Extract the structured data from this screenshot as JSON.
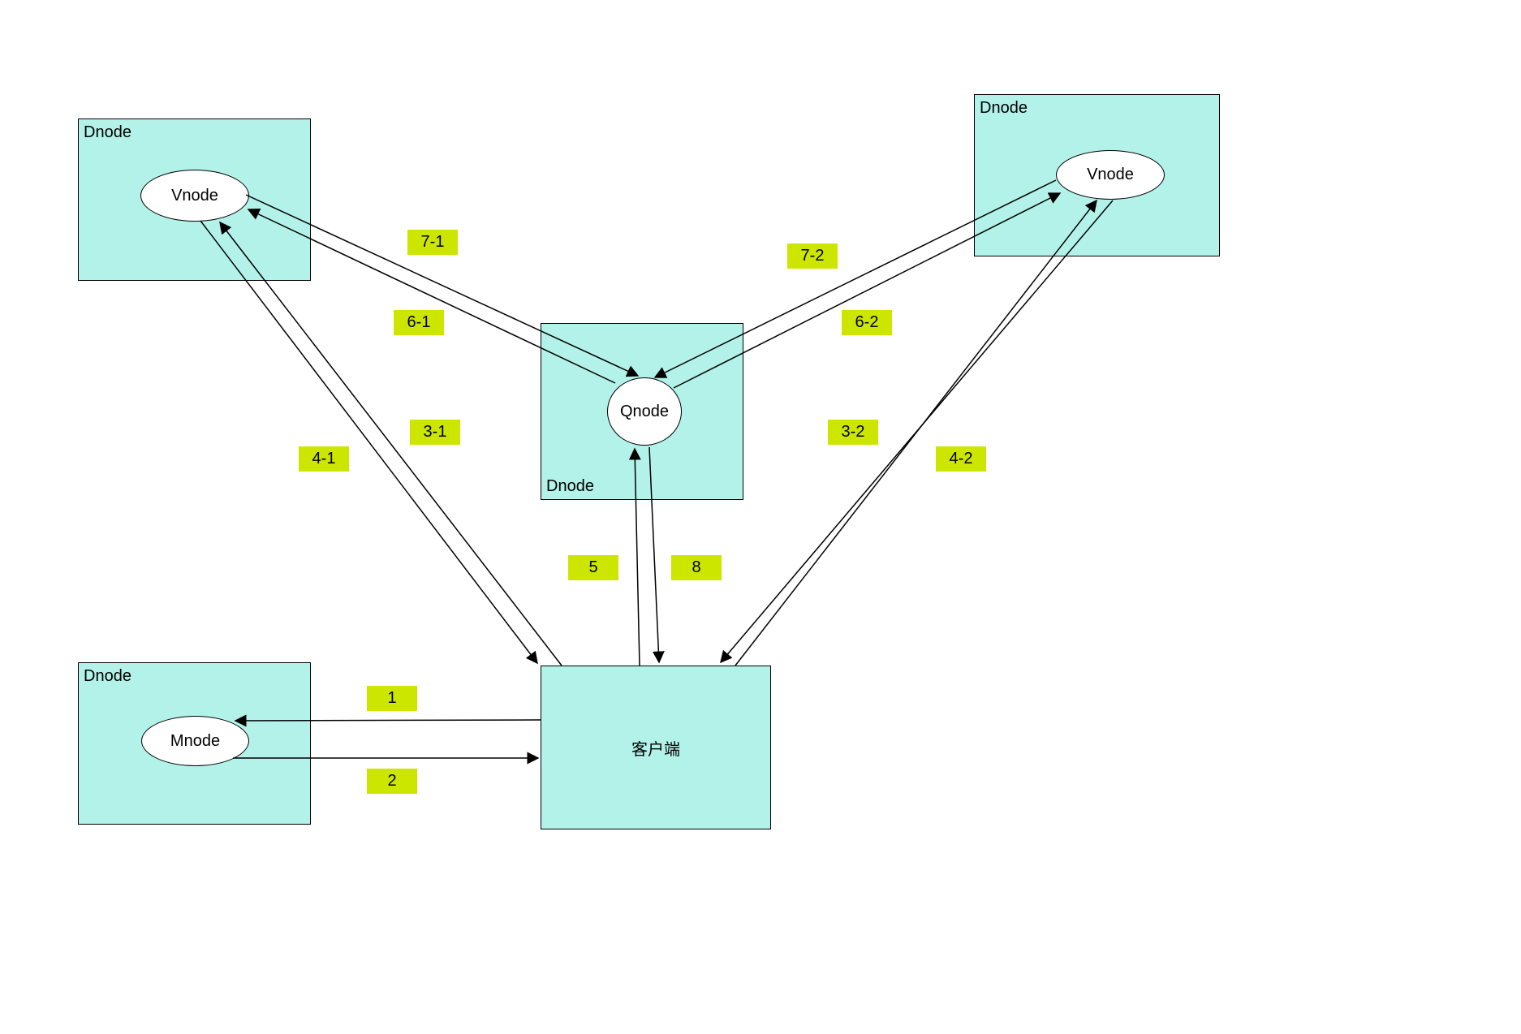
{
  "diagram": {
    "nodes": {
      "dnode_tl": {
        "label": "Dnode",
        "inner": "Vnode"
      },
      "dnode_tr": {
        "label": "Dnode",
        "inner": "Vnode"
      },
      "dnode_mid": {
        "label": "Dnode",
        "inner": "Qnode"
      },
      "dnode_bl": {
        "label": "Dnode",
        "inner": "Mnode"
      },
      "client": {
        "label": "客户端"
      }
    },
    "edge_labels": {
      "l1": "1",
      "l2": "2",
      "l3_1": "3-1",
      "l4_1": "4-1",
      "l3_2": "3-2",
      "l4_2": "4-2",
      "l5": "5",
      "l8": "8",
      "l6_1": "6-1",
      "l7_1": "7-1",
      "l6_2": "6-2",
      "l7_2": "7-2"
    },
    "edges": [
      {
        "label": "1",
        "from": "客户端",
        "to": "Mnode"
      },
      {
        "label": "2",
        "from": "Mnode",
        "to": "客户端"
      },
      {
        "label": "3-1",
        "from": "客户端",
        "to": "Vnode (top-left)"
      },
      {
        "label": "4-1",
        "from": "Vnode (top-left)",
        "to": "客户端"
      },
      {
        "label": "3-2",
        "from": "客户端",
        "to": "Vnode (top-right)"
      },
      {
        "label": "4-2",
        "from": "Vnode (top-right)",
        "to": "客户端"
      },
      {
        "label": "5",
        "from": "客户端",
        "to": "Qnode"
      },
      {
        "label": "8",
        "from": "Qnode",
        "to": "客户端"
      },
      {
        "label": "6-1",
        "from": "Qnode",
        "to": "Vnode (top-left)"
      },
      {
        "label": "7-1",
        "from": "Vnode (top-left)",
        "to": "Qnode"
      },
      {
        "label": "6-2",
        "from": "Qnode",
        "to": "Vnode (top-right)"
      },
      {
        "label": "7-2",
        "from": "Vnode (top-right)",
        "to": "Qnode"
      }
    ],
    "colors": {
      "node_fill": "#b3f2e9",
      "label_fill": "#cce600",
      "ellipse_fill": "#ffffff",
      "stroke": "#000000"
    }
  }
}
